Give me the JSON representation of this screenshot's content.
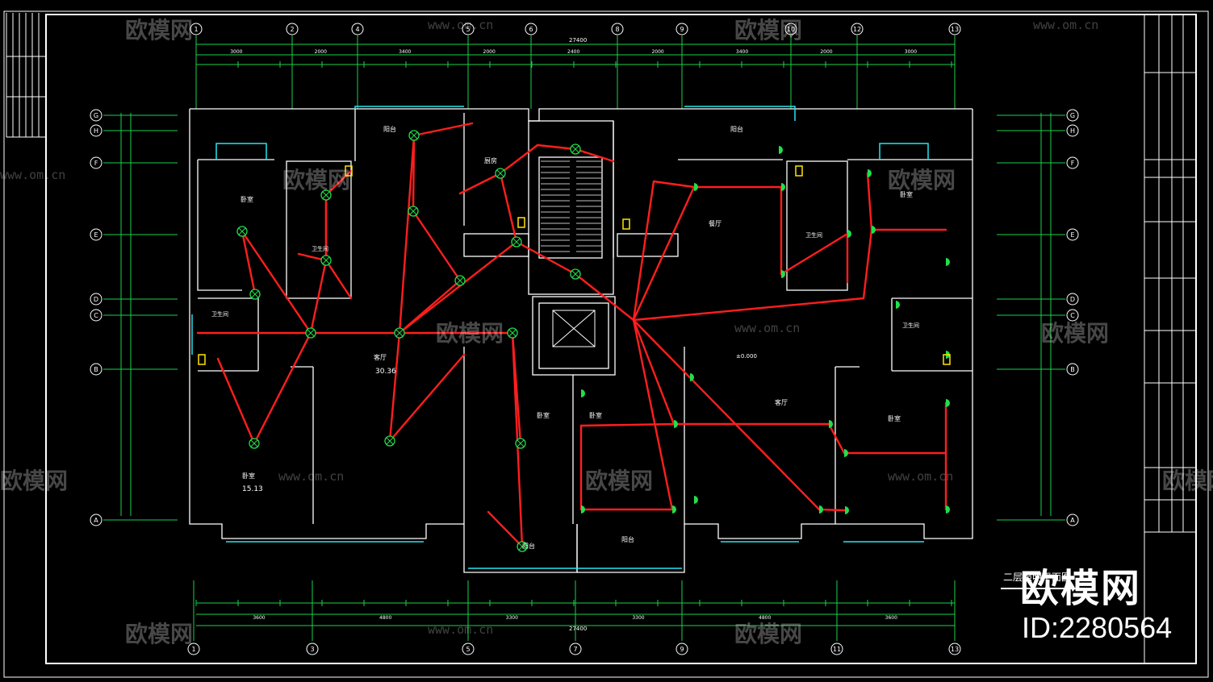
{
  "drawing": {
    "title_label": "二层照明平面图",
    "room_labels": {
      "balcony_n": "阳台",
      "kitchen": "厨房",
      "bedroom": "卧室",
      "bath": "卫生间",
      "living": "客厅",
      "living_area": "30.36",
      "bedroom_area": "15.13",
      "balcony_s": "阳台",
      "dining": "餐厅",
      "elev_note": "±0.000"
    },
    "axis_top": [
      "1",
      "2",
      "4",
      "5",
      "6",
      "8",
      "9",
      "10",
      "12",
      "13"
    ],
    "axis_bottom": [
      "1",
      "3",
      "5",
      "7",
      "9",
      "11",
      "13"
    ],
    "axis_left": [
      "G",
      "H",
      "F",
      "E",
      "D",
      "C",
      "B",
      "A"
    ],
    "dims_top_total": [
      "3000",
      "2000",
      "3400",
      "2000",
      "2400",
      "2000",
      "3400",
      "2000",
      "3000"
    ],
    "dims_bottom_total": [
      "3600",
      "4800",
      "3300",
      "3300",
      "4800",
      "3600"
    ],
    "overall_width": "27400"
  },
  "watermark": {
    "brand": "欧模网",
    "id": "ID:2280564",
    "url": "www.om.cn"
  },
  "colors": {
    "wire": "#ff1e1e",
    "dim": "#19d24b",
    "wall": "#ffffff",
    "window": "#27e6f0",
    "fixture": "#1fe04a",
    "switch": "#ffe600"
  }
}
